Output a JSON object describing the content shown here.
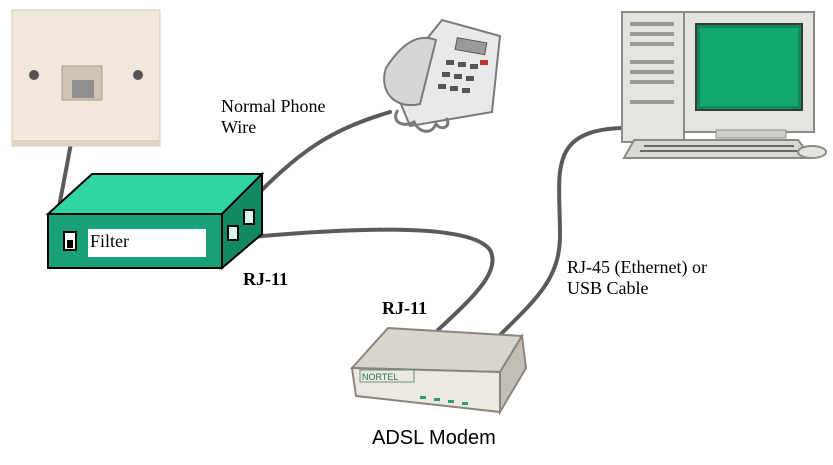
{
  "labels": {
    "phone_wire": [
      "Normal Phone",
      "Wire"
    ],
    "filter": "Filter",
    "rj11_filter": "RJ-11",
    "rj11_modem": "RJ-11",
    "ethernet": [
      "RJ-45 (Ethernet) or",
      "USB Cable"
    ],
    "modem": "ADSL Modem",
    "modem_brand": "NORTEL"
  },
  "colors": {
    "filter_body": "#1aa076",
    "filter_top": "#2fd6a3",
    "cable": "#5a5a5a",
    "wall_plate": "#f2e8dc"
  },
  "icons": [
    "wall-socket-icon",
    "telephone-icon",
    "computer-icon",
    "adsl-modem-icon",
    "filter-box-icon"
  ]
}
